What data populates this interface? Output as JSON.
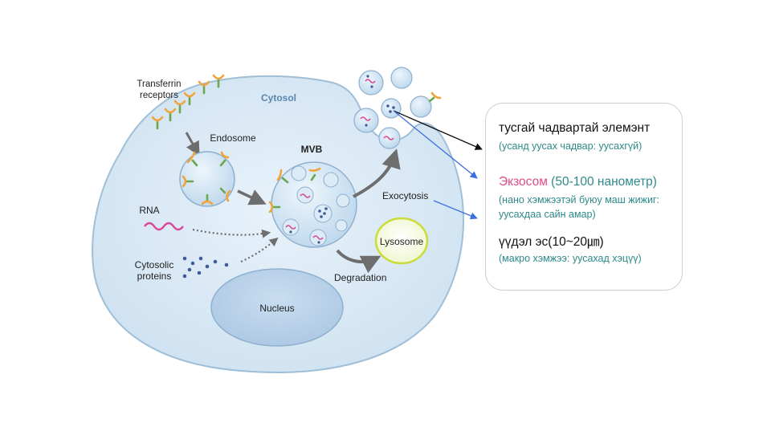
{
  "diagram": {
    "labels": {
      "transferrin": "Transferrin",
      "receptors": "receptors",
      "cytosol": "Cytosol",
      "endosome": "Endosome",
      "mvb": "MVB",
      "exocytosis": "Exocytosis",
      "rna": "RNA",
      "lysosome": "Lysosome",
      "cytosolic": "Cytosolic",
      "proteins": "proteins",
      "degradation": "Degradation",
      "nucleus": "Nucleus"
    },
    "colors": {
      "cell_fill": "#dbeaf5",
      "cell_stroke": "#9fbfd8",
      "vesicle_fill": "#cfe3f1",
      "receptor_orange": "#f0a43a",
      "receptor_green": "#6aa84f",
      "rna_pink": "#d94b9a",
      "protein_blue": "#3f5b9a",
      "lysosome_stroke": "#c9dc3c",
      "arrow_gray": "#7a7a7a",
      "arrow_black": "#111111",
      "arrow_blue": "#3a6fe0"
    }
  },
  "info": {
    "line1": "тусгай чадвартай элемэнт",
    "line2": "(усанд уусах чадвар: уусахгүй)",
    "line3_pink": "Экзосом",
    "line3_teal": " (50-100 нанометр)",
    "line4": "(нано хэмжээтэй буюу маш жижиг:",
    "line5": "уусахдаа сайн амар)",
    "line6": "үүдэл эс(10~20㎛)",
    "line7": "(макро хэмжээ: уусахад хэцүү)"
  }
}
